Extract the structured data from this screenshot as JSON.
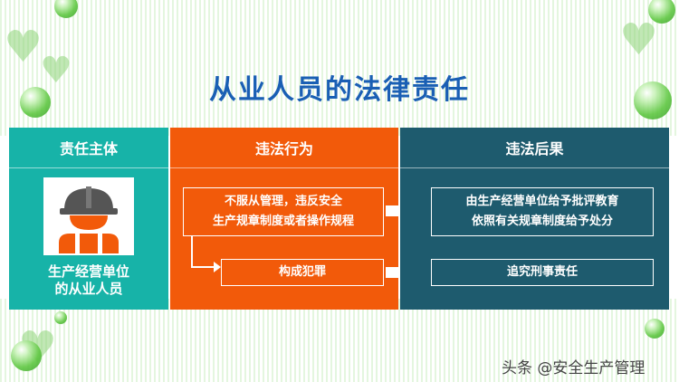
{
  "title": "从业人员的法律责任",
  "columns": {
    "subject_header": "责任主体",
    "behavior_header": "违法行为",
    "consequence_header": "违法后果"
  },
  "subject": {
    "line1": "生产经营单位",
    "line2": "的从业人员"
  },
  "behaviors": {
    "violation_line1": "不服从管理，违反安全",
    "violation_line2": "生产规章制度或者操作规程",
    "crime": "构成犯罪"
  },
  "consequences": {
    "admin_line1": "由生产经营单位给予批评教育",
    "admin_line2": "依照有关规章制度给予处分",
    "criminal": "追究刑事责任"
  },
  "footer": {
    "watermark": "头条 @安全生产管理"
  },
  "colors": {
    "title": "#1a5fb4",
    "subject_column": "#17b3a8",
    "behavior_column": "#f25a0a",
    "consequence_column": "#1e5b6e",
    "worker_icon": "#f25a0a",
    "helmet": "#555555"
  },
  "icons": {
    "worker": "worker-with-helmet-icon",
    "arrow": "right-arrow-icon"
  }
}
